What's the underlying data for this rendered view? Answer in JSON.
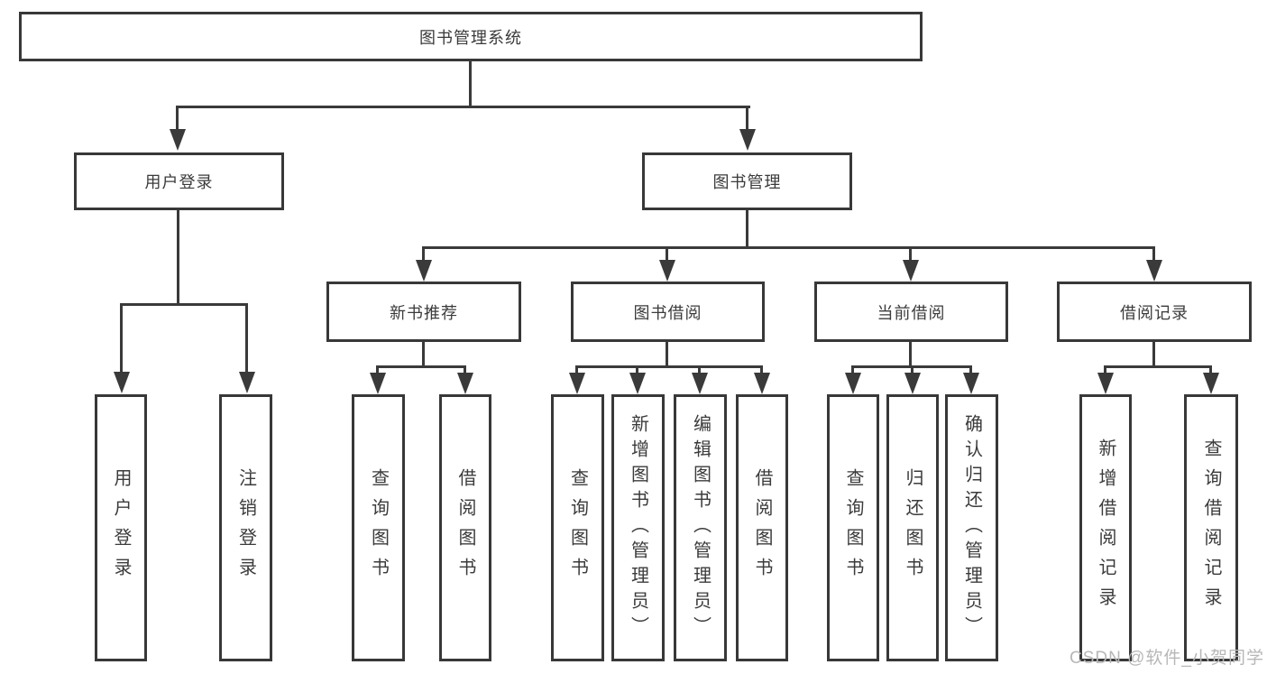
{
  "root": {
    "label": "图书管理系统"
  },
  "level2": {
    "user_login": {
      "label": "用户登录"
    },
    "book_mgmt": {
      "label": "图书管理"
    }
  },
  "level3": {
    "new_books": {
      "label": "新书推荐"
    },
    "borrowing": {
      "label": "图书借阅"
    },
    "current": {
      "label": "当前借阅"
    },
    "records": {
      "label": "借阅记录"
    }
  },
  "leaves": {
    "user_login": [
      "用户登录",
      "注销登录"
    ],
    "new_books": [
      "查询图书",
      "借阅图书"
    ],
    "borrowing": [
      "查询图书",
      "新增图书（管理员）",
      "编辑图书（管理员）",
      "借阅图书"
    ],
    "current": [
      "查询图书",
      "归还图书",
      "确认归还（管理员）"
    ],
    "records": [
      "新增借阅记录",
      "查询借阅记录"
    ]
  },
  "watermark": {
    "text": "CSDN @软件_小贺同学"
  },
  "colors": {
    "line": "#3a3a3a",
    "border": "#383838",
    "text": "#3b3b3b",
    "watermark": "#b7b7b7",
    "background": "#ffffff"
  }
}
